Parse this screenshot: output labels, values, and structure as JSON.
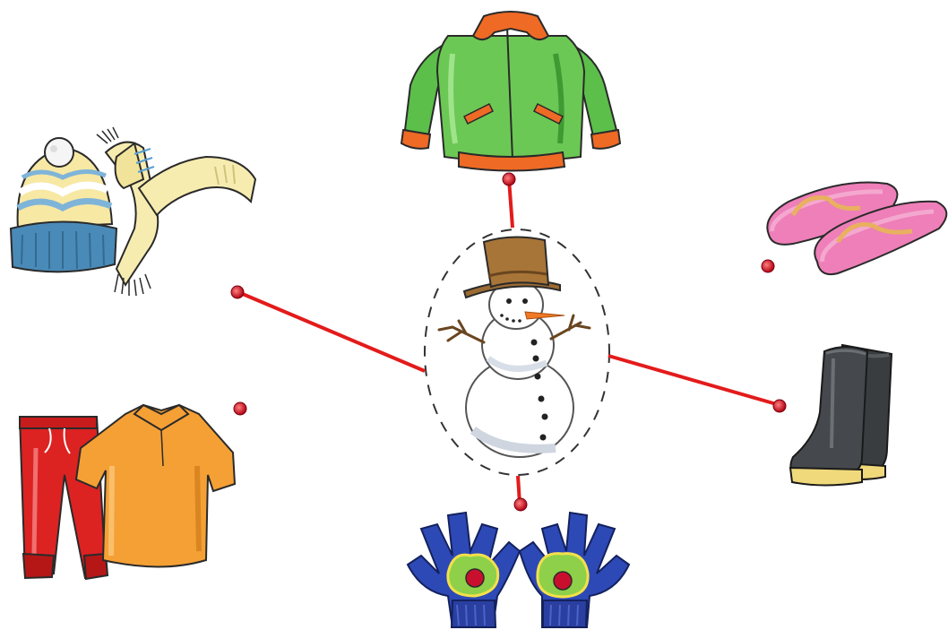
{
  "activity": {
    "center_item": "snowman",
    "items": [
      {
        "id": "jacket",
        "icon": "jacket-icon",
        "connected": true
      },
      {
        "id": "hat-and-scarf",
        "icon": "hat-scarf-icon",
        "connected": true
      },
      {
        "id": "flip-flops",
        "icon": "flip-flops-icon",
        "connected": false
      },
      {
        "id": "rain-boots",
        "icon": "boots-icon",
        "connected": true
      },
      {
        "id": "shirt-and-pants",
        "icon": "shirt-pants-icon",
        "connected": false
      },
      {
        "id": "mittens",
        "icon": "mittens-icon",
        "connected": true
      }
    ],
    "colors": {
      "connector_line": "#e31b1b",
      "dot_fill": "#c8102e",
      "outline_dash": "#333333"
    }
  }
}
